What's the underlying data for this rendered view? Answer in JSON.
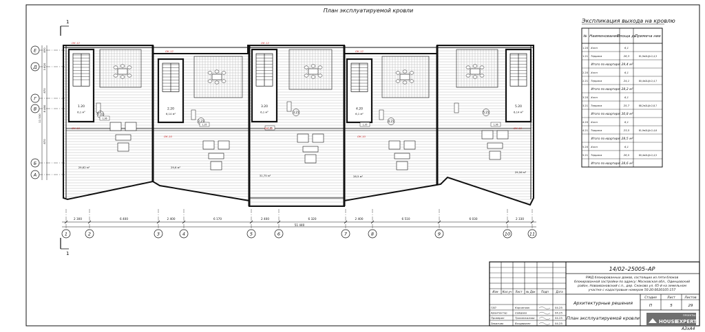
{
  "plan_title": "План эксплуатируемой кровли",
  "sheet_format": "А3хА4",
  "grid": {
    "columns": [
      "1",
      "2",
      "3",
      "4",
      "5",
      "6",
      "7",
      "8",
      "9",
      "10",
      "11"
    ],
    "rows": [
      "Е",
      "Д",
      "Г",
      "В",
      "Б",
      "А"
    ],
    "section_mark": "1",
    "bottom_dims": [
      "2 300",
      "6 400",
      "2 400",
      "6 170",
      "2 400",
      "6 320",
      "2 400",
      "6 510",
      "6 030",
      "2 330"
    ],
    "overall_dim": "51 440",
    "left_dims": [
      "870",
      "3 620",
      "870",
      "8 490",
      "870"
    ],
    "left_overall": "11 530"
  },
  "rooms": {
    "stair_labels": [
      "1.20",
      "2.20",
      "3.20",
      "4.20",
      "5.20"
    ],
    "stair_areas": [
      "6,1 м²",
      "6,14 м²",
      "6,1 м²",
      "6,1 м²",
      "6,14 м²"
    ],
    "terrace_labels": [
      "1.21",
      "2.21",
      "3.21",
      "4.21",
      "5.21"
    ],
    "terrace_areas": [
      "29,62 м²",
      "29,6 м²",
      "31,75 м²",
      "28,5 м²",
      "29,56 м²"
    ],
    "marks": [
      "1,36",
      "1,35",
      "1,35",
      "1,35",
      "1,36"
    ],
    "red_marks": [
      "ОК-10",
      "ОК-10",
      "ОК-10",
      "ОК-10",
      "ОК-10",
      "ОК-12",
      "ОК-12",
      "ОК-12",
      "ОК-12"
    ]
  },
  "explication": {
    "title": "Экспликация выхода на кровлю",
    "headers": [
      "№",
      "Наименование",
      "Площа дь",
      "Примеча ние"
    ],
    "rows": [
      {
        "no": "1.20",
        "name": "Холл",
        "area": "6,1",
        "note": ""
      },
      {
        "no": "1.21",
        "name": "Терраса",
        "area": "26,3",
        "note": "81,9м2Ц(k:2,4,3"
      },
      {
        "no": "",
        "name": "Итого по квартире:",
        "area": "29,4 м²",
        "note": ""
      },
      {
        "no": "2.20",
        "name": "Холл",
        "area": "6,1",
        "note": ""
      },
      {
        "no": "2.21",
        "name": "Терраса",
        "area": "24,1",
        "note": "80,4м2Ц(k:2,4,7"
      },
      {
        "no": "",
        "name": "Итого по квартире:",
        "area": "28,2 м²",
        "note": ""
      },
      {
        "no": "3.20",
        "name": "Холл",
        "area": "6,1",
        "note": ""
      },
      {
        "no": "3.21",
        "name": "Терраса",
        "area": "25,7",
        "note": "88,2м2Ц(k:2,8,7"
      },
      {
        "no": "",
        "name": "Итого по квартире:",
        "area": "30,8 м²",
        "note": ""
      },
      {
        "no": "4.20",
        "name": "Холл",
        "area": "6,1",
        "note": ""
      },
      {
        "no": "4.21",
        "name": "Терраса",
        "area": "23,5",
        "note": "81,9м2Ц(k:2,4,6"
      },
      {
        "no": "",
        "name": "Итого по квартире:",
        "area": "28,5 м²",
        "note": ""
      },
      {
        "no": "5.20",
        "name": "Холл",
        "area": "6,1",
        "note": ""
      },
      {
        "no": "5.21",
        "name": "Терраса",
        "area": "26,5",
        "note": "80,4м2Ц(k:2,4,5"
      },
      {
        "no": "",
        "name": "Итого по квартире:",
        "area": "28,6 м²",
        "note": ""
      }
    ]
  },
  "title_block": {
    "code": "14/02–25005–АР",
    "description": [
      "РЖД блокированных домов, состоящих из пяти блоков",
      "блокированной застройки по адресу: Московская обл., Одинцовский",
      "район, Новоивановский с.п., дер. Скоково ул. 65-й на земельном",
      "участке с кадастровым номером 50:20:0020105:157"
    ],
    "rev_headers": [
      "Изм",
      "Кол.уч",
      "Лист",
      "№ Док",
      "Подп",
      "Дата"
    ],
    "section": "Архитектурные решения",
    "stage_headers": [
      "Стадия",
      "Лист",
      "Листов"
    ],
    "stage_values": [
      "П",
      "5",
      "29"
    ],
    "sheet_name": "План эксплуатируемой кровли",
    "signatories": [
      {
        "role": "ГАП",
        "name": "Корчагова",
        "date": "04.25"
      },
      {
        "role": "Архитектор",
        "name": "Сейдова",
        "date": "04.25"
      },
      {
        "role": "Проверил",
        "name": "Тропинкалова",
        "date": "04.25"
      },
      {
        "role": "Заказчик",
        "name": "Воздвижен",
        "date": "04.25"
      }
    ],
    "logo_top": "ПРОЕКТЫ.РФ",
    "logo_house": "HOUSE",
    "logo_expert": "EXPERT"
  },
  "colors": {
    "red": "#c81e1e",
    "line": "#111111",
    "hatch": "#bdbdbd",
    "logo_bg": "#6f6f6f"
  }
}
